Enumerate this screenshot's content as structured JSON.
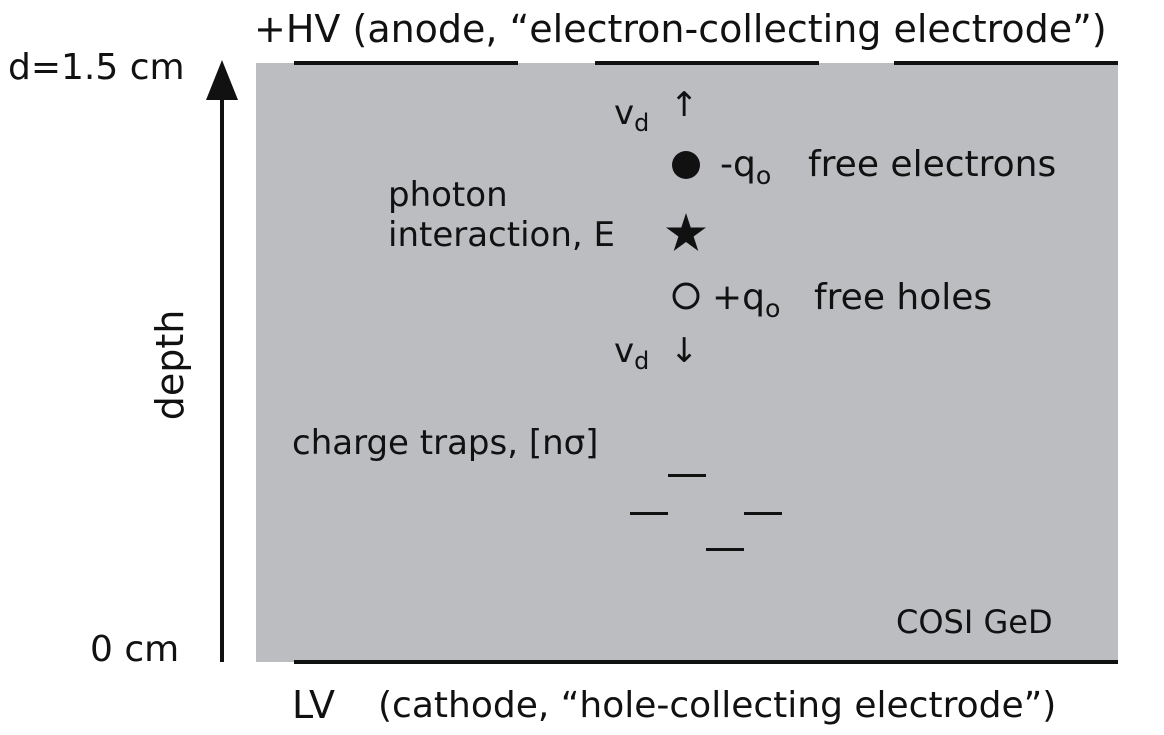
{
  "top_electrode_label": "+HV (anode, “electron-collecting electrode”)",
  "bottom_electrode_label_prefix": "LV",
  "bottom_electrode_label_rest": "(cathode, “hole-collecting electrode”)",
  "axis": {
    "top_label": "d=1.5 cm",
    "bottom_label": "0 cm",
    "title": "depth"
  },
  "drift_up": {
    "v": "v",
    "sub": "d",
    "arrow": "↑"
  },
  "drift_down": {
    "v": "v",
    "sub": "d",
    "arrow": "↓"
  },
  "electrons": {
    "charge_prefix": "-q",
    "charge_sub": "o",
    "text": "free electrons"
  },
  "interaction": {
    "line1": "photon",
    "line2": "interaction, E"
  },
  "holes": {
    "charge_prefix": "+q",
    "charge_sub": "o",
    "text": "free holes"
  },
  "traps_label": "charge traps, [nσ]",
  "detector_label": "COSI GeD",
  "colors": {
    "detector_fill": "#bcbdc0",
    "ink": "#111111"
  }
}
